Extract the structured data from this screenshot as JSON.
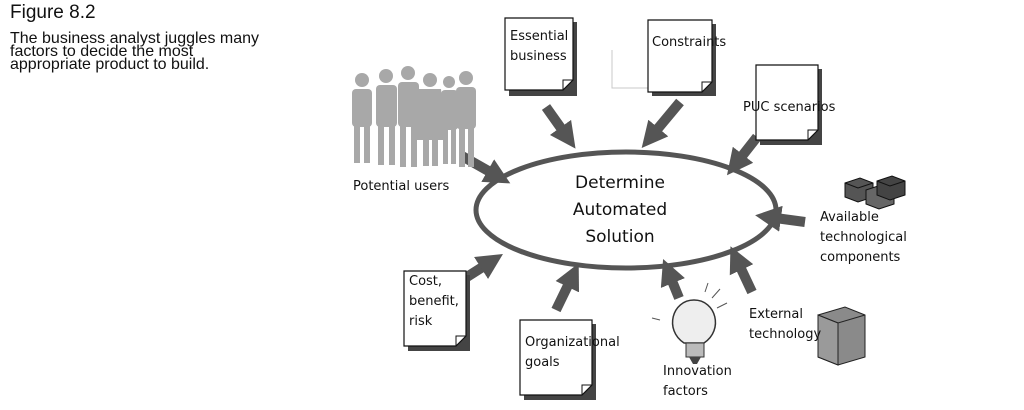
{
  "figure": {
    "title": "Figure 8.2",
    "description_lines": [
      "The business analyst juggles many",
      "factors to decide the most",
      "appropriate product to build."
    ]
  },
  "center": {
    "lines": [
      "Determine",
      "Automated",
      "Solution"
    ]
  },
  "factors": {
    "essential_business": [
      "Essential",
      "business"
    ],
    "constraints": [
      "Constraints"
    ],
    "puc_scenarios": [
      "PUC scenarios"
    ],
    "potential_users": [
      "Potential users"
    ],
    "available_components": [
      "Available",
      "technological",
      "components"
    ],
    "cost_benefit_risk": [
      "Cost,",
      "benefit,",
      "risk"
    ],
    "organizational_goals": [
      "Organizational",
      "goals"
    ],
    "innovation_factors": [
      "Innovation",
      "factors"
    ],
    "external_technology": [
      "External",
      "technology"
    ]
  },
  "icons": {
    "people": "people-silhouettes-icon",
    "boxes": "boxes-icon",
    "bulb": "light-bulb-icon",
    "cube": "technology-cube-icon",
    "document": "document-icon"
  },
  "colors": {
    "arrow": "#555555",
    "ellipse": "#555555",
    "people": "#a8a8a8",
    "cube": "#8a8a8a"
  }
}
